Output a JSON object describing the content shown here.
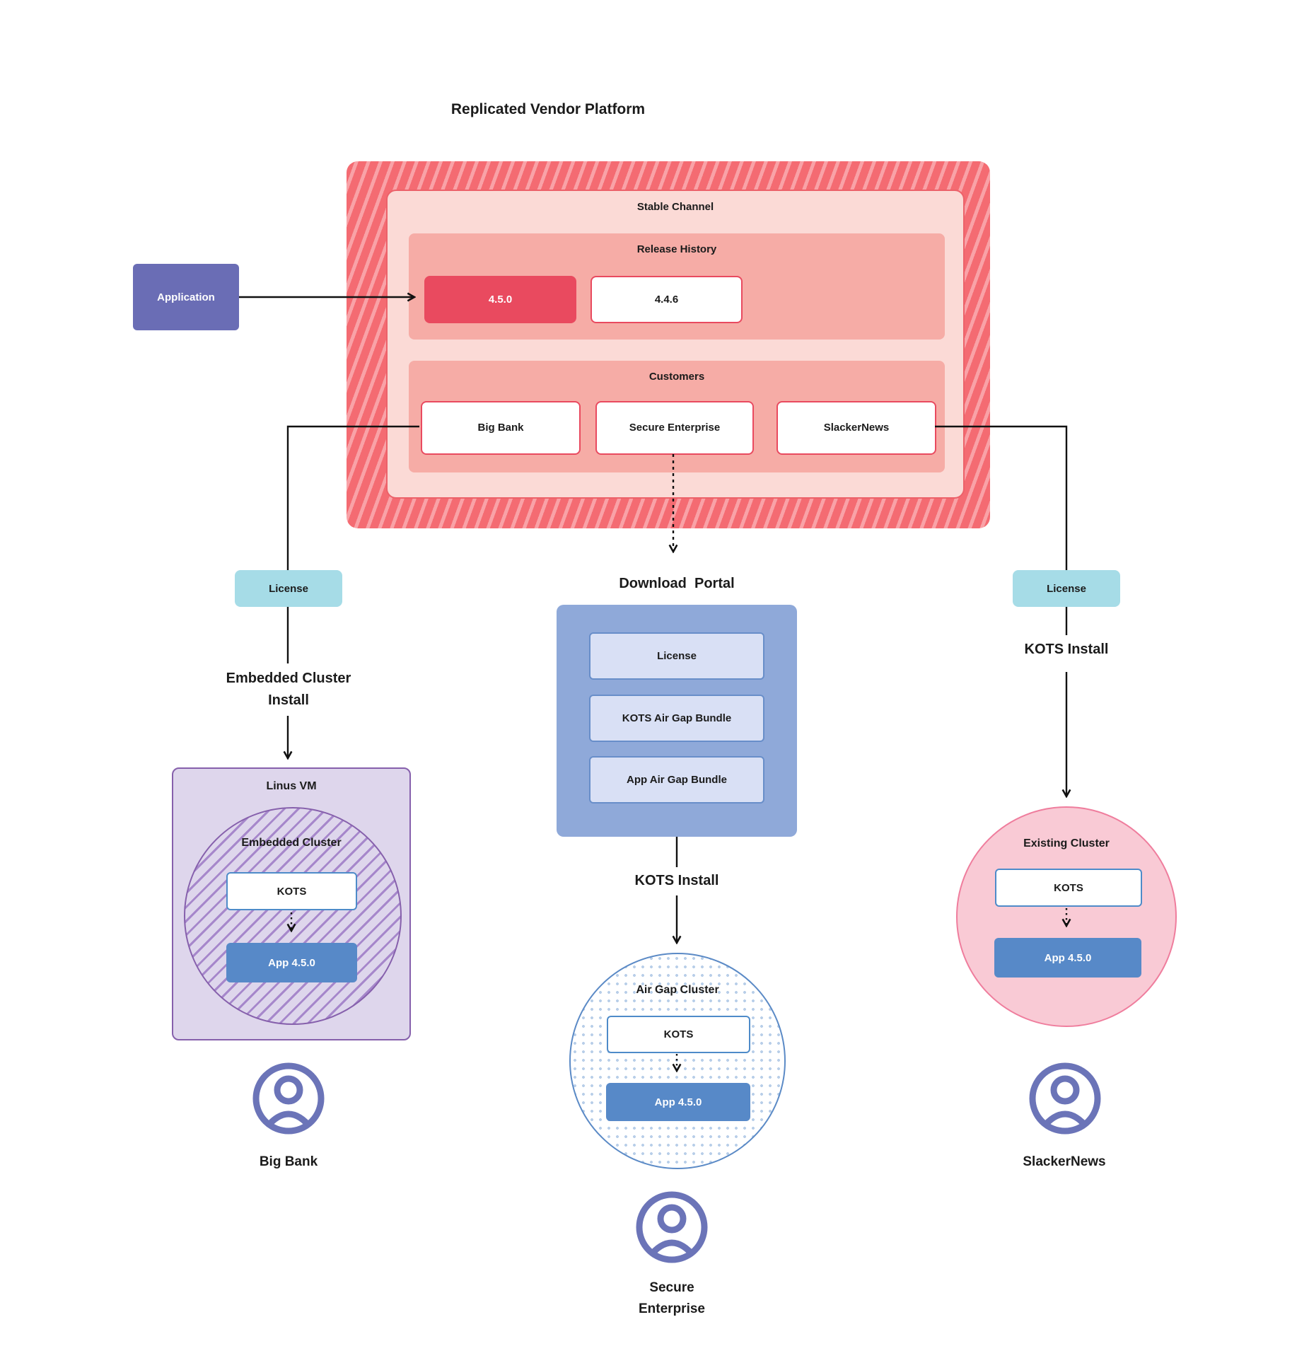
{
  "title": "Replicated Vendor Platform",
  "application_label": "Application",
  "platform": {
    "stable_channel_label": "Stable Channel",
    "release_history_label": "Release History",
    "releases": [
      {
        "version": "4.5.0"
      },
      {
        "version": "4.4.6"
      }
    ],
    "customers_label": "Customers",
    "customers": [
      {
        "name": "Big Bank"
      },
      {
        "name": "Secure Enterprise"
      },
      {
        "name": "SlackerNews"
      }
    ]
  },
  "download_portal": {
    "title": "Download  Portal",
    "items": [
      {
        "label": "License"
      },
      {
        "label": "KOTS Air Gap Bundle"
      },
      {
        "label": "App Air Gap Bundle"
      }
    ]
  },
  "left_branch": {
    "license_label": "License",
    "install_line1": "Embedded Cluster",
    "install_line2": "Install",
    "vm_label": "Linus VM",
    "cluster_label": "Embedded Cluster",
    "kots_label": "KOTS",
    "app_label": "App 4.5.0",
    "persona": "Big Bank"
  },
  "middle_branch": {
    "install_label": "KOTS Install",
    "cluster_label": "Air Gap Cluster",
    "kots_label": "KOTS",
    "app_label": "App 4.5.0",
    "persona_line1": "Secure",
    "persona_line2": "Enterprise"
  },
  "right_branch": {
    "license_label": "License",
    "install_label": "KOTS Install",
    "cluster_label": "Existing Cluster",
    "kots_label": "KOTS",
    "app_label": "App 4.5.0",
    "persona": "SlackerNews"
  },
  "colors": {
    "release_accent": "#e94a5f",
    "hatch_base": "#f46b72",
    "hatch_stripe": "#f9a2a7",
    "stable_fill": "#fbdad6",
    "section_fill": "#f6aca6",
    "application_purple": "#6a6db5",
    "license_cyan": "#a6dce7",
    "portal_blue": "#8fa9d9",
    "portal_item_fill": "#d9e0f5",
    "app_blue": "#5789c8",
    "kots_border_blue": "#4e8bc9",
    "vm_purple_fill": "#ded6ec",
    "vm_purple_border": "#8660ac",
    "pink_circle_fill": "#f9cad5",
    "pink_circle_border": "#ef7d9d",
    "persona_icon": "#6b74b8",
    "connector": "#111111"
  }
}
